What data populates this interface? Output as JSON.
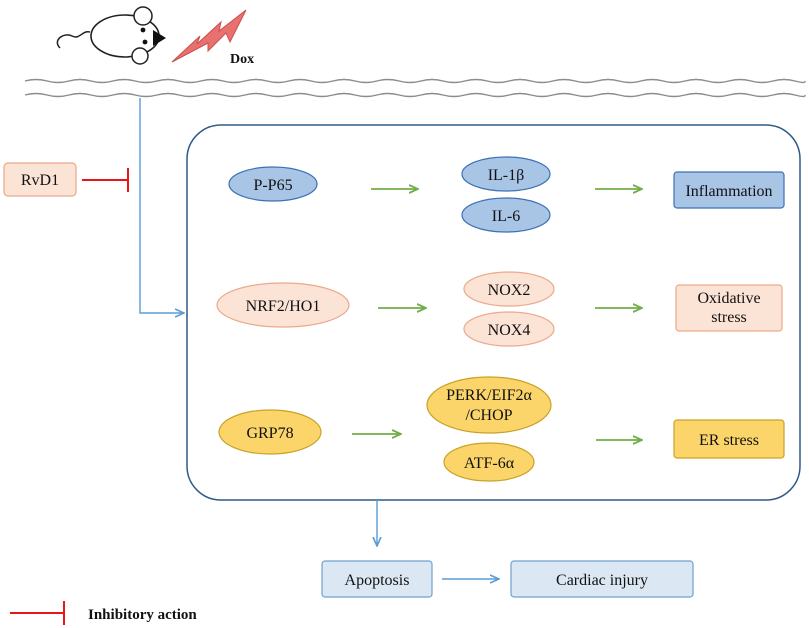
{
  "header": {
    "drug_label": "Dox"
  },
  "inhibitor": {
    "label": "RvD1"
  },
  "pathways": {
    "inflammation": {
      "source": "P-P65",
      "mediators": [
        "IL-1β",
        "IL-6"
      ],
      "outcome": "Inflammation"
    },
    "oxidative": {
      "source": "NRF2/HO1",
      "mediators": [
        "NOX2",
        "NOX4"
      ],
      "outcome_lines": [
        "Oxidative",
        "stress"
      ]
    },
    "er": {
      "source": "GRP78",
      "mediator_a_lines": [
        "PERK/EIF2α",
        "/CHOP"
      ],
      "mediator_b": "ATF-6α",
      "outcome": "ER stress"
    }
  },
  "results": {
    "apoptosis": "Apoptosis",
    "cardiac_injury": "Cardiac injury"
  },
  "legend": {
    "inhibitory_label": "Inhibitory action"
  },
  "colors": {
    "blue_fill": "#a9c5e6",
    "blue_stroke": "#3b70b5",
    "peach_fill": "#fbe3d6",
    "peach_stroke": "#eba98a",
    "yellow_fill": "#fbd56a",
    "yellow_stroke": "#c9a227",
    "light_blue_fill": "#dbe8f4",
    "light_blue_stroke": "#6fa0cf",
    "green_arrow": "#70ad47",
    "blue_arrow": "#5b9bd5",
    "red_inhibit": "#e8161b",
    "panel_stroke": "#2e5a87",
    "lightning": "#e8706e"
  }
}
